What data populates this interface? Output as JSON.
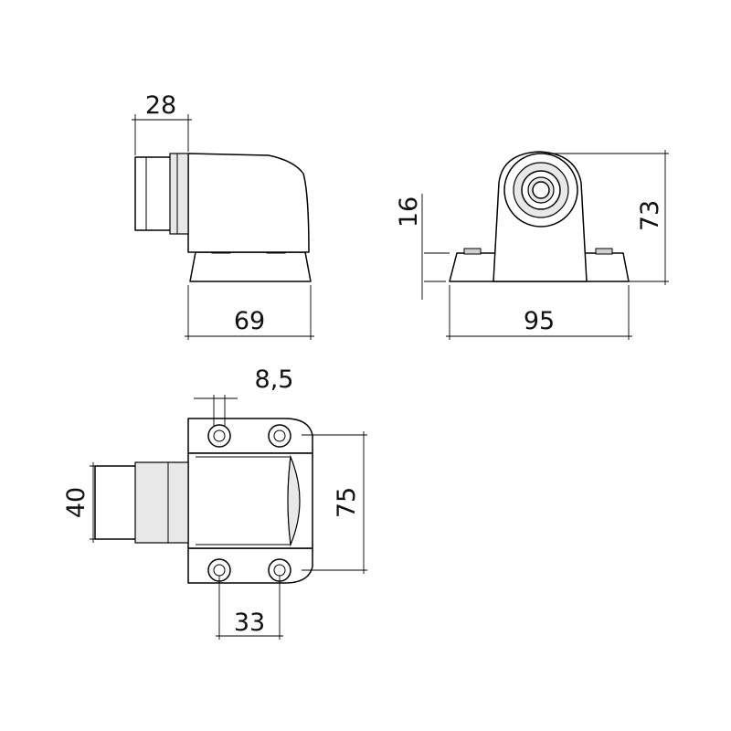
{
  "dimensions": {
    "side_bumper_width": "28",
    "side_base_length": "69",
    "front_base_height": "16",
    "front_total_height": "73",
    "front_base_width": "95",
    "top_hole_diameter": "8,5",
    "top_bumper_width": "40",
    "top_total_length": "75",
    "top_hole_spacing": "33"
  }
}
